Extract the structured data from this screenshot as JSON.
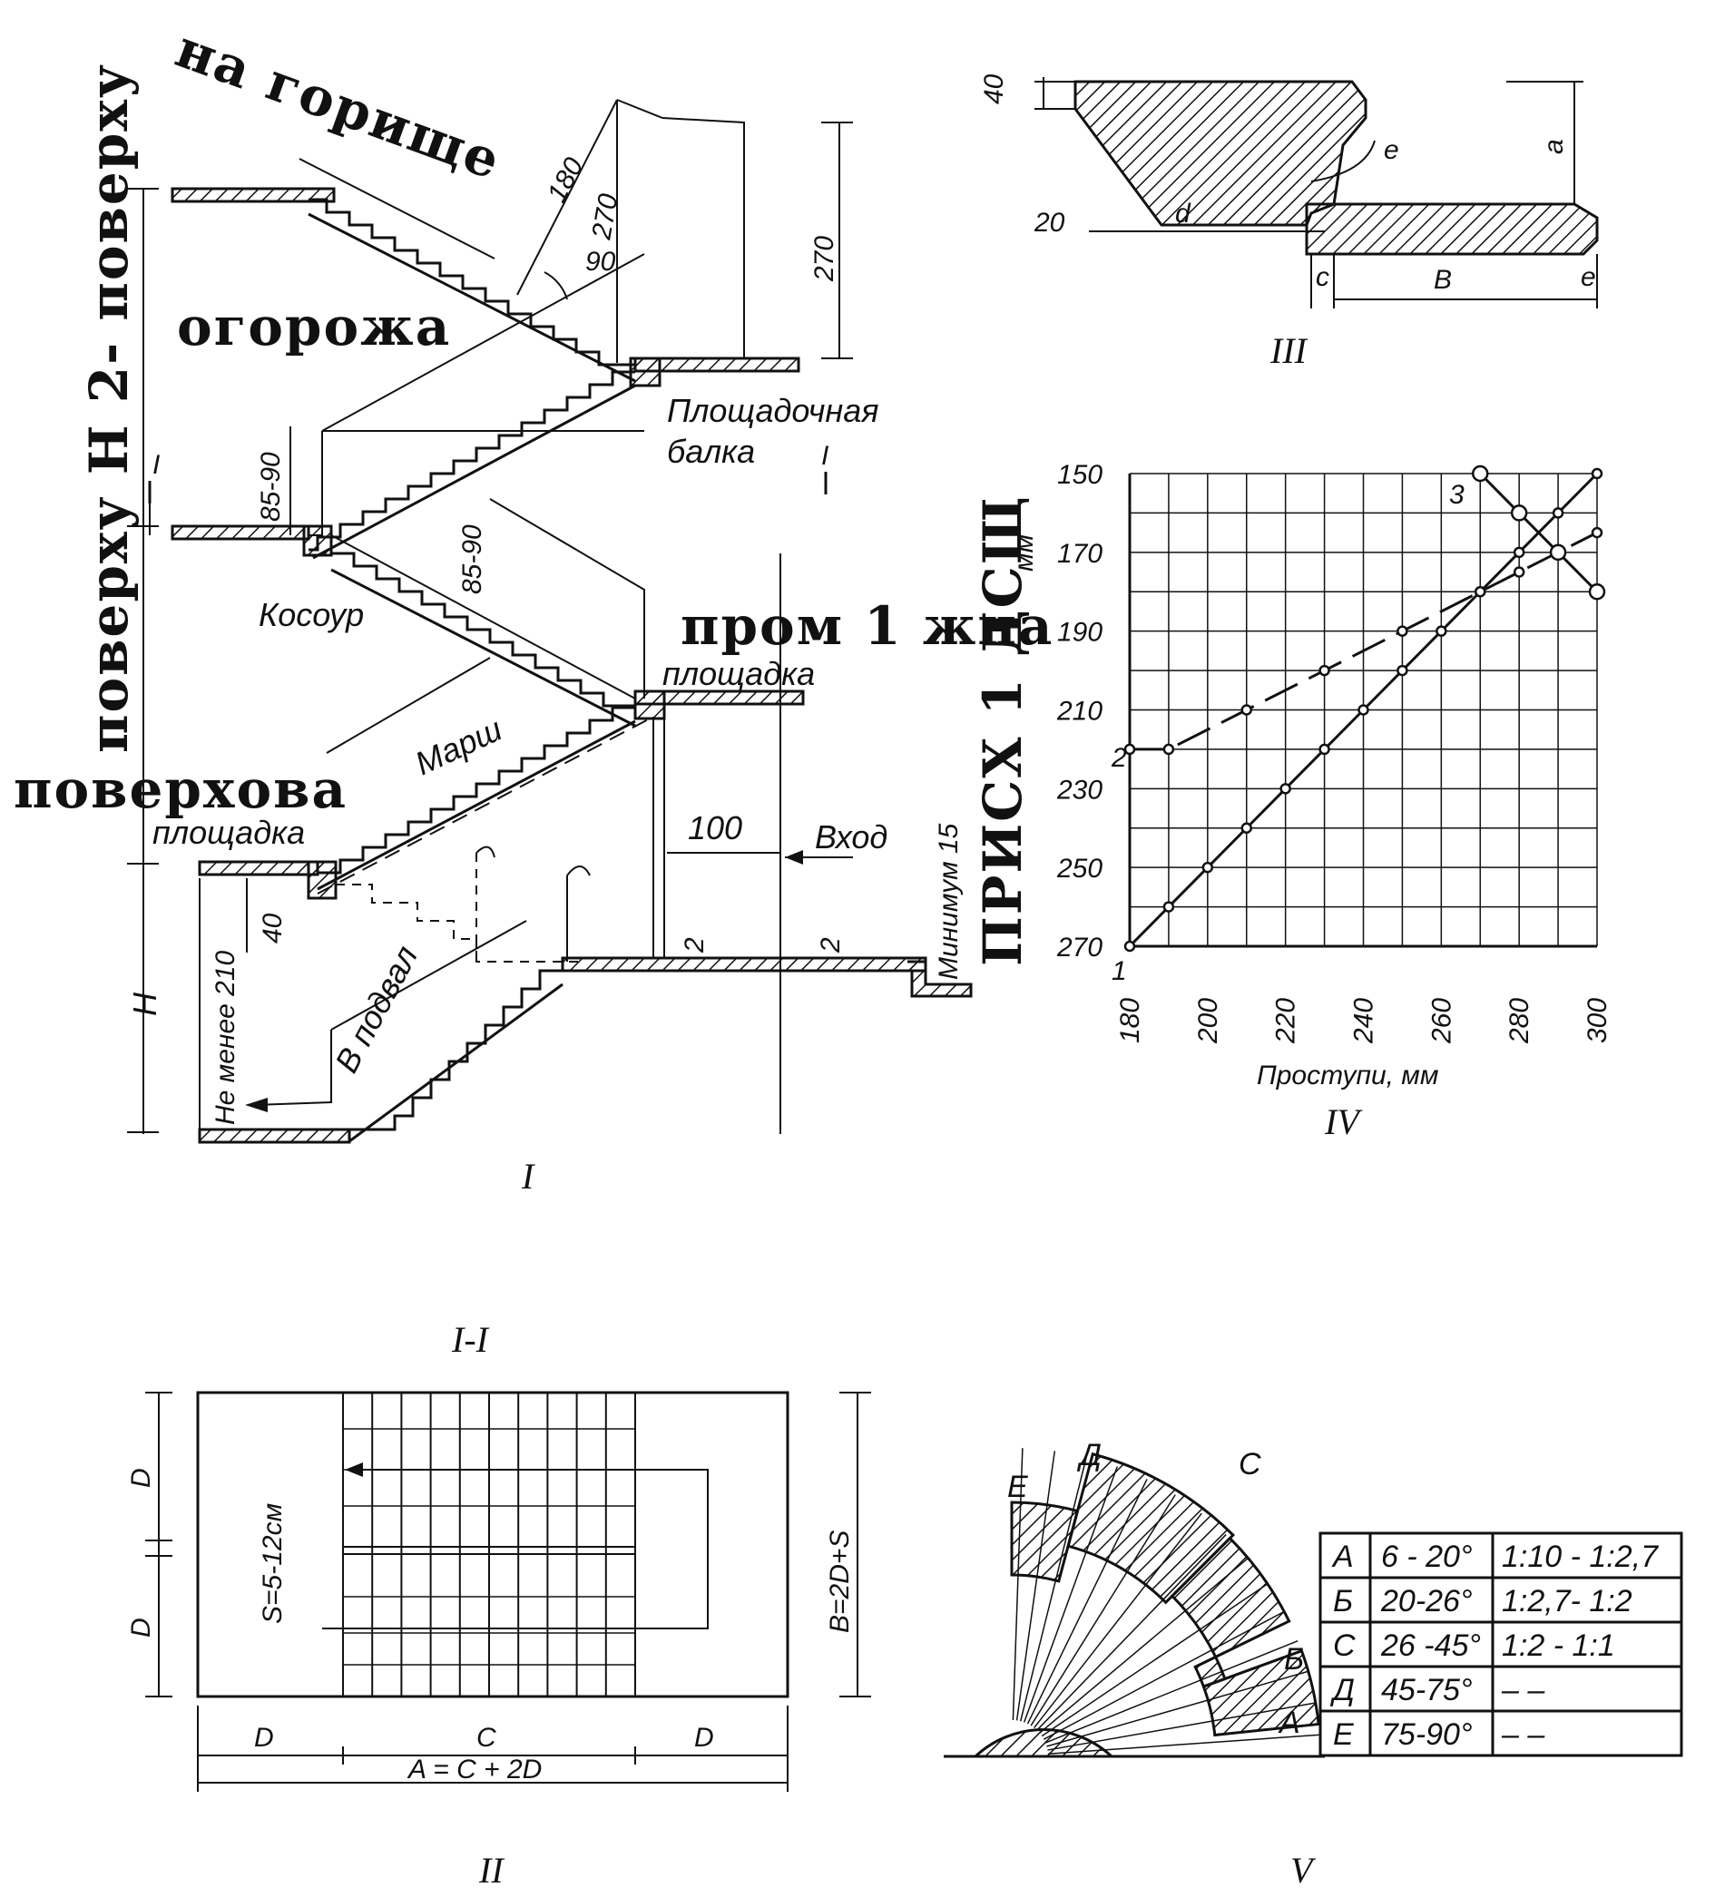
{
  "labels": {
    "na_horyshche": "на горище",
    "ohorozha": "огорожа",
    "povyerkhu_h2": "поверху H 2- поверху",
    "promizhna": "пром 1 жна",
    "povyerkhova": "поверхова",
    "prysch_dsh": "ПРИСХ 1 ДСЩ",
    "ploshchadochnaya": "Площадочная",
    "balka": "балка",
    "kosour": "Косоур",
    "marsh": "Марш",
    "ploshchadka_mid": "площадка",
    "ploshchadka_low": "площадка",
    "vkhod": "Вход",
    "minimum": "Минимум 15",
    "v_podval": "В подвал",
    "ne_menee": "Не менее 210",
    "section_mark_left": "I",
    "section_mark_right": "I"
  },
  "dimensions": {
    "d180": "180",
    "d270a": "270",
    "d90": "90",
    "d270b": "270",
    "d85a": "85-90",
    "d85b": "85-90",
    "d100": "100",
    "d40": "40",
    "dH": "H",
    "d2a": "2",
    "d2b": "2"
  },
  "profile": {
    "d40": "40",
    "d20": "20",
    "d": "d",
    "e1": "e",
    "a": "a",
    "c": "c",
    "B": "B",
    "e2": "e"
  },
  "plan": {
    "title": "I-I",
    "D_top": "D",
    "D_bottom": "D",
    "S": "S=5-12см",
    "B_eq": "B=2D+S",
    "D_left": "D",
    "C": "C",
    "D_right": "D",
    "A_eq": "A = C + 2D"
  },
  "figure_numbers": {
    "fig1": "I",
    "fig2": "II",
    "fig3": "III",
    "fig4": "IV",
    "fig5": "V"
  },
  "chart_data": {
    "type": "line",
    "x_ticks": [
      "180",
      "200",
      "220",
      "240",
      "260",
      "280",
      "300"
    ],
    "y_ticks": [
      "150",
      "170",
      "190",
      "210",
      "230",
      "250",
      "270"
    ],
    "xlabel": "Проступи, мм",
    "ylabel_unit": "мм",
    "xlim": [
      180,
      300
    ],
    "ylim": [
      150,
      270
    ],
    "y_inverted": true,
    "grid": true,
    "series": [
      {
        "name": "1",
        "style": "solid",
        "x": [
          180,
          190,
          200,
          210,
          220,
          230,
          240,
          250,
          260,
          270,
          280,
          290,
          300
        ],
        "y": [
          270,
          260,
          250,
          240,
          230,
          220,
          210,
          200,
          190,
          180,
          170,
          160,
          150
        ]
      },
      {
        "name": "2",
        "style": "dashed",
        "x": [
          180,
          190,
          210,
          230,
          250,
          270,
          280,
          290,
          300
        ],
        "y": [
          220,
          220,
          210,
          200,
          190,
          180,
          175,
          170,
          165
        ]
      },
      {
        "name": "3",
        "style": "solid",
        "x": [
          270,
          280,
          290,
          300
        ],
        "y": [
          150,
          160,
          170,
          180
        ]
      }
    ],
    "point_labels": {
      "p1": "1",
      "p2": "2",
      "p3": "3"
    }
  },
  "table": {
    "rows": [
      {
        "letter": "A",
        "angle": "6 - 20°",
        "ratio": "1:10 - 1:2,7"
      },
      {
        "letter": "Б",
        "angle": "20-26°",
        "ratio": "1:2,7- 1:2"
      },
      {
        "letter": "C",
        "angle": "26 -45°",
        "ratio": "1:2 - 1:1"
      },
      {
        "letter": "Д",
        "angle": "45-75°",
        "ratio": "–    –"
      },
      {
        "letter": "E",
        "angle": "75-90°",
        "ratio": "–    –"
      }
    ],
    "sector_letters": [
      "E",
      "Д",
      "C",
      "Б",
      "A"
    ]
  }
}
